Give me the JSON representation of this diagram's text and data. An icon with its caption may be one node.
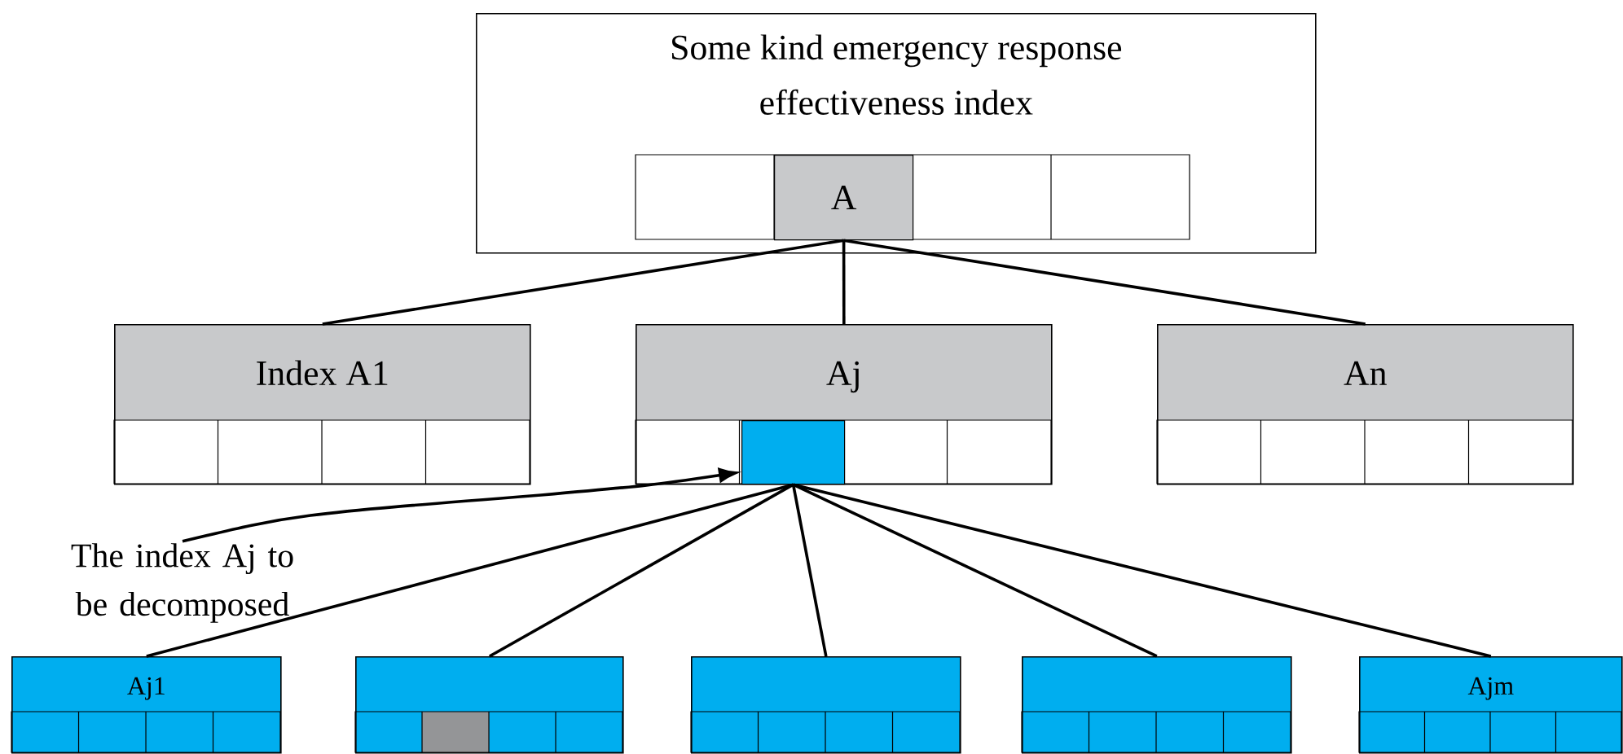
{
  "diagram": {
    "nodes": [
      {
        "text": [
          "Some kind emergency response effectiveness index"
        ]
      },
      {
        "text": [
          "A"
        ],
        "in": 0
      },
      {
        "text": [
          "Index A1"
        ]
      },
      {
        "text": [
          "Aj"
        ]
      },
      {
        "text": [],
        "shape": "box",
        "in": 3
      },
      {
        "text": [
          "An"
        ]
      },
      {
        "text": [
          "Aj1"
        ]
      },
      {
        "text": [],
        "shape": "box"
      },
      {
        "text": [],
        "shape": "box"
      },
      {
        "text": [],
        "shape": "box"
      },
      {
        "text": [
          "Ajm"
        ]
      },
      {
        "text": [
          "The index Aj to be decomposed"
        ]
      }
    ],
    "edges": [
      {
        "from": 1,
        "to": 2,
        "arrow": "none"
      },
      {
        "from": 1,
        "to": 3,
        "arrow": "none"
      },
      {
        "from": 1,
        "to": 5,
        "arrow": "none"
      },
      {
        "from": 4,
        "to": 6,
        "arrow": "none"
      },
      {
        "from": 4,
        "to": 7,
        "arrow": "none"
      },
      {
        "from": 4,
        "to": 8,
        "arrow": "none"
      },
      {
        "from": 4,
        "to": 9,
        "arrow": "none"
      },
      {
        "from": 4,
        "to": 10,
        "arrow": "none"
      },
      {
        "from": 11,
        "to": 4,
        "arrow": "to"
      }
    ]
  }
}
